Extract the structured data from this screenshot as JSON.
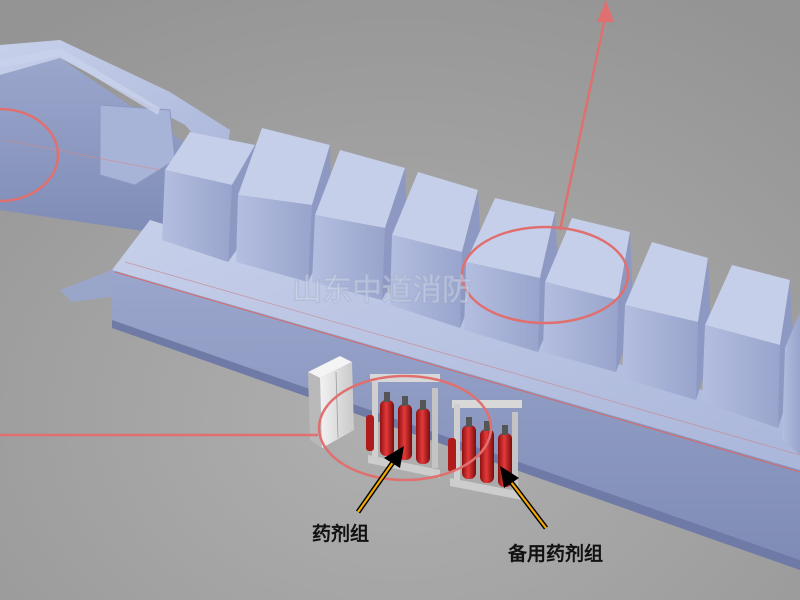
{
  "watermark": "山东中道消防",
  "labels": {
    "agent_group": "药剂组",
    "spare_agent_group": "备用药剂组"
  },
  "colors": {
    "background": "#a3a3a3",
    "machine_top": "#b9c3e0",
    "machine_front": "#8f9cc4",
    "machine_side": "#a7b2d6",
    "highlight": "#e07070",
    "cylinder": "#d42a2a",
    "cabinet": "#e6e6e6",
    "label_text": "#111111",
    "arrow": "#000000",
    "arrow_fill": "#f2a900"
  }
}
